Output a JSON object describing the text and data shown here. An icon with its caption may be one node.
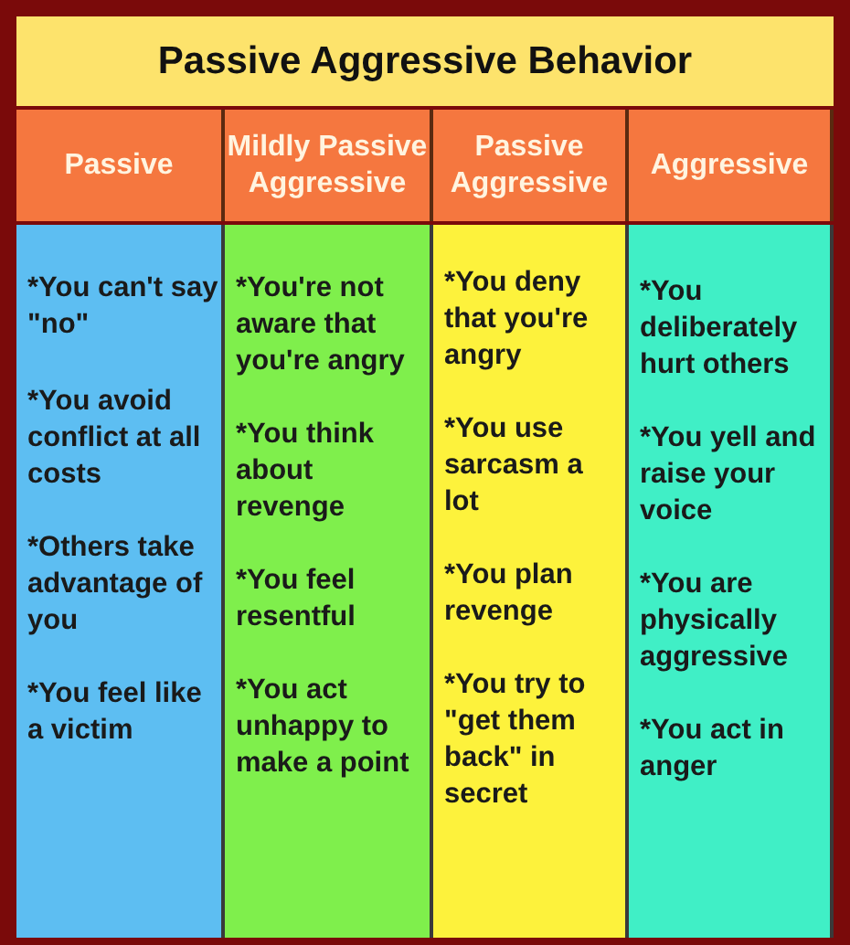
{
  "diagram": {
    "title": "Passive Aggressive Behavior",
    "labels": [
      "Passive",
      "Mildly Passive Aggressive",
      "Passive Aggressive",
      "Aggressive",
      "*You can't say \"no\"",
      "*You're not aware that you're angry",
      "*You deny that you're angry",
      "*You deliberately hurt others",
      "*You avoid conflict at all costs",
      "*You think about revenge",
      "*You use sarcasm a lot",
      "*You yell and raise your voice",
      "*Others take advantage of you",
      "*You feel resentful",
      "*You plan revenge",
      "*You are physically aggressive",
      "*You feel like a victim",
      "*You act unhappy to make a point",
      "*You try to \"get them back\" in secret",
      "*You act in anger"
    ]
  }
}
